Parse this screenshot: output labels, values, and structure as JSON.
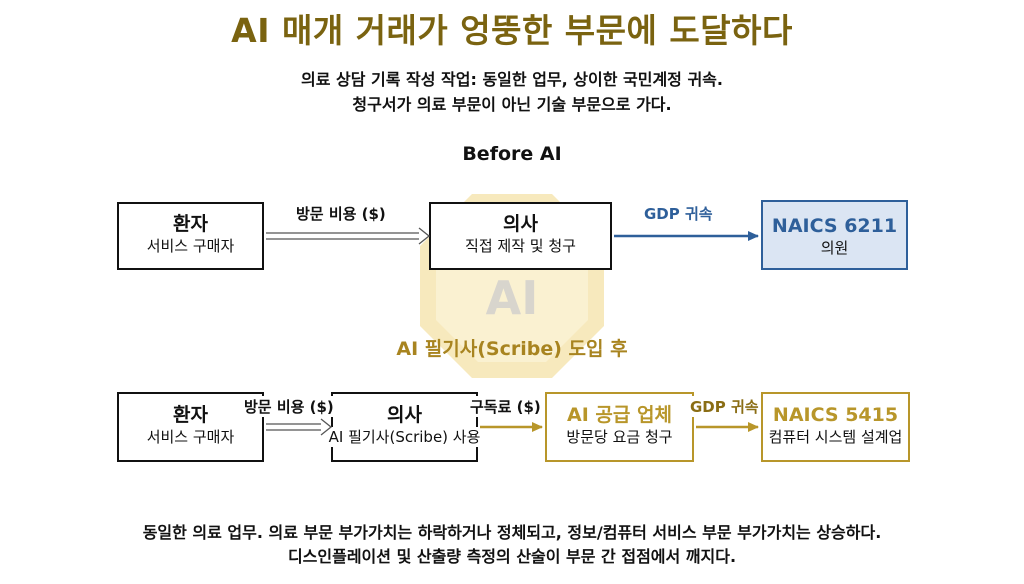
{
  "title": "AI 매개 거래가 엉뚱한 부문에 도달하다",
  "subtitle": {
    "line1": "의료 상담 기록 작성 작업: 동일한 업무, 상이한 국민계정 귀속.",
    "line2": "청구서가 의료 부문이 아닌 기술 부문으로 가다."
  },
  "before": {
    "heading": "Before AI",
    "patient": {
      "main": "환자",
      "sub": "서비스 구매자"
    },
    "doctor": {
      "main": "의사",
      "sub": "직접 제작 및 청구"
    },
    "naics": {
      "main": "NAICS 6211",
      "sub": "의원"
    },
    "visit_fee_label": "방문 비용 ($)",
    "gdp_label": "GDP 귀속"
  },
  "after": {
    "heading": "AI 필기사(Scribe) 도입 후",
    "patient": {
      "main": "환자",
      "sub": "서비스 구매자"
    },
    "doctor": {
      "main": "의사",
      "sub": "AI 필기사(Scribe) 사용"
    },
    "vendor": {
      "main": "AI 공급 업체",
      "sub": "방문당 요금 청구"
    },
    "naics": {
      "main": "NAICS 5415",
      "sub": "컴퓨터 시스템 설계업"
    },
    "visit_fee_label": "방문 비용 ($)",
    "subscription_label": "구독료 ($)",
    "gdp_label": "GDP 귀속"
  },
  "footer": {
    "line1": "동일한 의료 업무. 의료 부문 부가가치는 하락하거나 정체되고, 정보/컴퓨터 서비스 부문 부가가치는 상승하다.",
    "line2": "디스인플레이션 및 산출량 측정의 산술이 부문 간 접점에서 깨지다."
  },
  "watermark_text": "AI",
  "colors": {
    "title": "#7a6310",
    "gold": "#b8962a",
    "blue": "#2e5f9a",
    "blue_fill": "#dbe5f3"
  }
}
